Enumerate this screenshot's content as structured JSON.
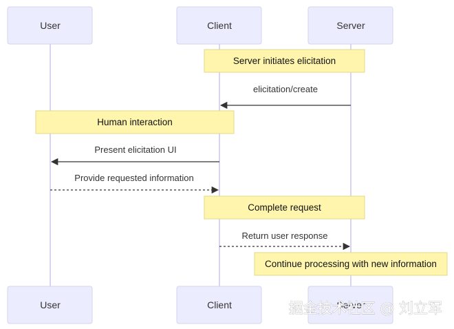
{
  "participants": {
    "user": "User",
    "client": "Client",
    "server": "Server"
  },
  "notes": {
    "server_initiates": "Server initiates elicitation",
    "human_interaction": "Human interaction",
    "complete_request": "Complete request",
    "continue_processing": "Continue processing with new information"
  },
  "messages": {
    "elicitation_create": "elicitation/create",
    "present_ui": "Present elicitation UI",
    "provide_info": "Provide requested information",
    "return_response": "Return user response"
  },
  "watermark": "掘金技术社区 @ 刘立军",
  "colors": {
    "actor_fill": "#ececff",
    "note_fill": "#fff5ad",
    "lifeline": "#c9c9ef"
  }
}
